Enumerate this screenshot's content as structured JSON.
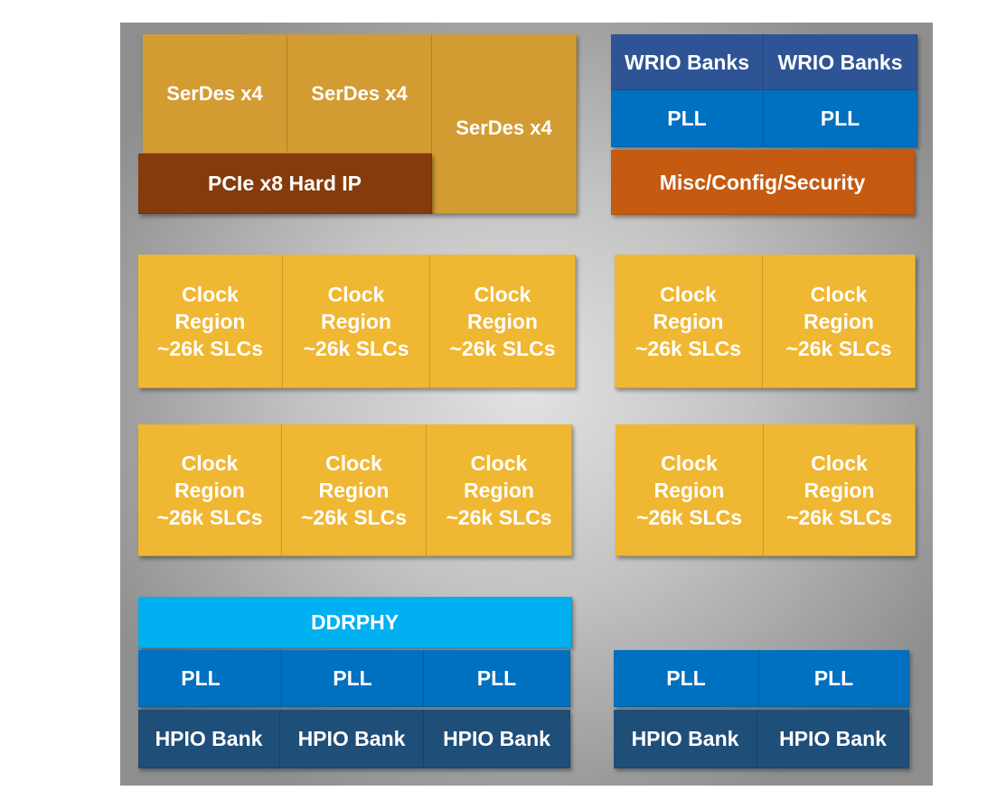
{
  "blocks": {
    "serdes_label": "SerDes x4",
    "pcie_label": "PCIe x8 Hard IP",
    "wrio_label": "WRIO Banks",
    "pll_label": "PLL",
    "misc_label": "Misc/Config/Security",
    "clock_region": {
      "line1": "Clock",
      "line2": "Region",
      "line3": "~26k SLCs"
    },
    "ddrphy_label": "DDRPHY",
    "hpio_label": "HPIO Bank"
  },
  "colors": {
    "serdes": "#d39c33",
    "pcie": "#843c0c",
    "wrio": "#2f5496",
    "pll": "#0070c0",
    "misc": "#c55a11",
    "clock_region": "#f0b732",
    "ddrphy": "#00b0f0",
    "hpio": "#1f4e79",
    "die_background": "#bdbdbd"
  }
}
